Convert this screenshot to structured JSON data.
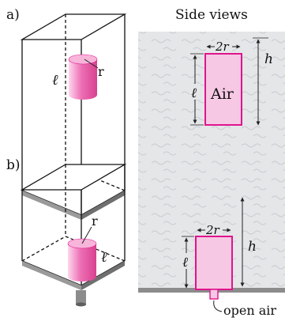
{
  "panel_a": {
    "label": "a)",
    "header": "Side views",
    "cyl_l": "ℓ",
    "cyl_r": "r",
    "dim_2r": "2r",
    "dim_l": "ℓ",
    "dim_h": "h",
    "region_label": "Air"
  },
  "panel_b": {
    "label": "b)",
    "cyl_l": "ℓ",
    "cyl_r": "r",
    "dim_2r": "2r",
    "dim_l": "ℓ",
    "dim_h": "h",
    "outlet_label": "open air"
  },
  "colors": {
    "water": "#e4e6e8",
    "air_fill": "#f6c8e4",
    "air_stroke": "#e0148c",
    "cylinder": "#ec6fb4",
    "floor": "#8c8c8c"
  }
}
